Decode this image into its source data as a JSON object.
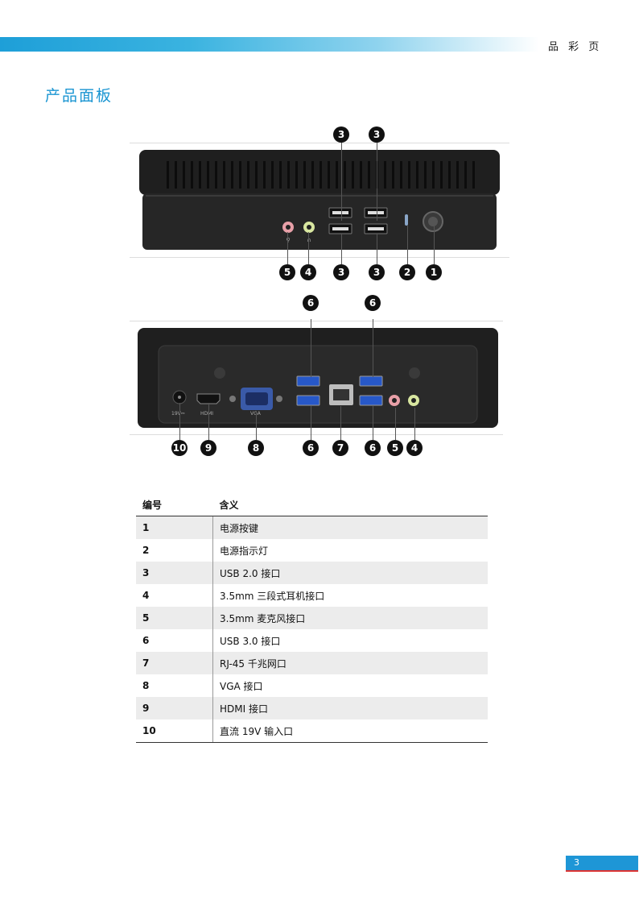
{
  "header": {
    "label": "品 彩 页"
  },
  "title": "产品面板",
  "front_panel": {
    "top_callouts": [
      "3",
      "3"
    ],
    "bottom_callouts": [
      "5",
      "4",
      "3",
      "3",
      "2",
      "1"
    ]
  },
  "rear_panel": {
    "top_callouts": [
      "6",
      "6"
    ],
    "bottom_callouts": [
      "10",
      "9",
      "8",
      "6",
      "7",
      "6",
      "5",
      "4"
    ],
    "labels": {
      "power": "19V⎓",
      "hdmi": "HDMI",
      "vga": "VGA"
    }
  },
  "legend": {
    "headers": [
      "编号",
      "含义"
    ],
    "rows": [
      {
        "num": "1",
        "desc": "电源按键"
      },
      {
        "num": "2",
        "desc": "电源指示灯"
      },
      {
        "num": "3",
        "desc": "USB 2.0 接口"
      },
      {
        "num": "4",
        "desc": "3.5mm  三段式耳机接口"
      },
      {
        "num": "5",
        "desc": "3.5mm  麦克风接口"
      },
      {
        "num": "6",
        "desc": "USB 3.0 接口"
      },
      {
        "num": "7",
        "desc": "RJ-45 千兆网口"
      },
      {
        "num": "8",
        "desc": "VGA 接口"
      },
      {
        "num": "9",
        "desc": "HDMI  接口"
      },
      {
        "num": "10",
        "desc": "直流 19V 输入口"
      }
    ]
  },
  "footer": {
    "page_number": "3"
  }
}
